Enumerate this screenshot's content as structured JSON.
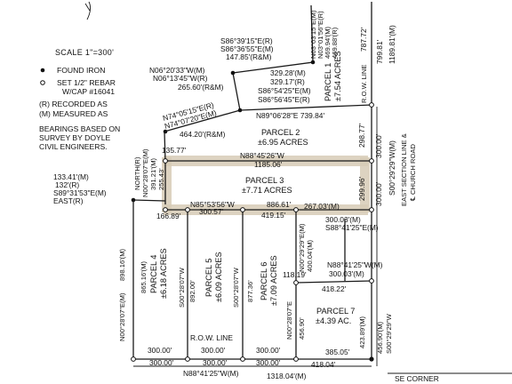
{
  "scale": "SCALE 1\"=300'",
  "legend": {
    "found_iron": "FOUND IRON",
    "set_rebar_1": "SET 1/2\" REBAR",
    "set_rebar_2": "W/CAP #16041",
    "recorded_1": "(R)  RECORDED AS",
    "measured_1": "(M)  MEASURED AS",
    "bearings_1": "BEARINGS BASED ON",
    "bearings_2": "SURVEY BY DOYLE",
    "bearings_3": "CIVIL ENGINEERS."
  },
  "parcels": {
    "p1_a": "PARCEL 1",
    "p1_b": "±7.54 ACRES",
    "p2_a": "PARCEL 2",
    "p2_b": "±6.95 ACRES",
    "p3_a": "PARCEL 3",
    "p3_b": "±7.71 ACRES",
    "p4_a": "PARCEL 4",
    "p4_b": "±6.18 ACRES",
    "p5_a": "PARCEL 5",
    "p5_b": "±6.09 ACRES",
    "p6_a": "PARCEL 6",
    "p6_b": "±7.09 ACRES",
    "p7_a": "PARCEL 7",
    "p7_b": "±4.39 AC."
  },
  "road_labels": {
    "row_line_right": "R.O.W. LINE",
    "east_section": "EAST SECTION LINE &",
    "church_road": "℄ CHURCH ROAD",
    "row_line_bottom": "R.O.W. LINE",
    "se_corner": "SE CORNER"
  },
  "calls": {
    "c_s86_39": "S86°39'15\"E(R)",
    "c_s86_36": "S86°36'55\"E(M)",
    "c_147": "147.85'(R&M)",
    "c_n06_20": "N06°20'33\"W(M)",
    "c_n06_13": "N06°13'45\"W(R)",
    "c_265": "265.60'(R&M)",
    "c_n03_03": "N03°03'15\"E(M)",
    "c_n03_01": "N03°01'56\"E(R)",
    "c_469_94": "469.94'(M)",
    "c_469_88": "469.88'(R)",
    "c_329": "329.28'(M)",
    "c_329_17": "329.17'(R)",
    "c_s86_54": "S86°54'25\"E(M)",
    "c_s86_56": "S86°56'45\"E(R)",
    "c_787": "787.72'",
    "c_799": "799.81'",
    "c_1189": "1189.81'(M)",
    "c_n74_05": "N74°05'15\"E(R)",
    "c_n74_07": "N74°07'20\"E(M)",
    "c_464": "464.20'(R&M)",
    "c_n89_06": "N89°06'28\"E  739.84'",
    "c_298_77": "298.77'",
    "c_300_a": "300.00'",
    "c_s00_29_a": "S00°29'29\"W(M)",
    "c_300_b": "300.00'",
    "c_135": "135.77'",
    "c_n88_45": "N88°45'26\"W",
    "c_1185": "1185.06'",
    "c_north": "NORTH(R)",
    "c_n00_28_m": "N00°28'07\"E(M)",
    "c_391": "391.21'(M)",
    "c_255": "255.43'",
    "c_133": "133.41'(M)",
    "c_132": "132'(R)",
    "c_s89_31": "S89°31'53\"E(M)",
    "c_east": "EAST(R)",
    "c_299_96": "299.96'",
    "c_n85_53": "N85°53'56\"W",
    "c_886": "886.61'",
    "c_166": "166.89'",
    "c_300_57": "300.57'",
    "c_419": "419.15'",
    "c_267": "267.03'(M)",
    "c_300_03a": "300.03'(M)",
    "c_s88_41_a": "S88°41'25\"E(M)",
    "c_n00_28_left": "N00°28'07\"E(M)",
    "c_898": "898.16'(M)",
    "c_865": "865.16'(M)",
    "c_s00_28_4": "S00°28'07\"W",
    "c_892": "892.00'",
    "c_s00_28_5": "S00°28'07\"W",
    "c_877": "877.36'",
    "c_n00_29": "N00°29'29\"E(M)",
    "c_400": "400.04'(M)",
    "c_118": "118.19'",
    "c_n88_41_a": "N88°41'25\"W(M)",
    "c_300_03b": "300.03'(M)",
    "c_418_22": "418.22'",
    "c_n00_28_6": "N00°28'07\"E",
    "c_456_90a": "456.90'",
    "c_423": "423.89'(M)",
    "c_456_90b": "456.90'(M)",
    "c_s00_29_b": "S00°29'29\"W",
    "c_300_c": "300.00'",
    "c_300_d": "300.00'",
    "c_300_e": "300.00'",
    "c_385": "385.05'",
    "c_300_f": "300.00'",
    "c_300_g": "300.00'",
    "c_300_h": "300.00'",
    "c_418_04": "418.04'",
    "c_n88_41_b": "N88°41'25\"W(M)",
    "c_1318": "1318.04'(M)"
  }
}
